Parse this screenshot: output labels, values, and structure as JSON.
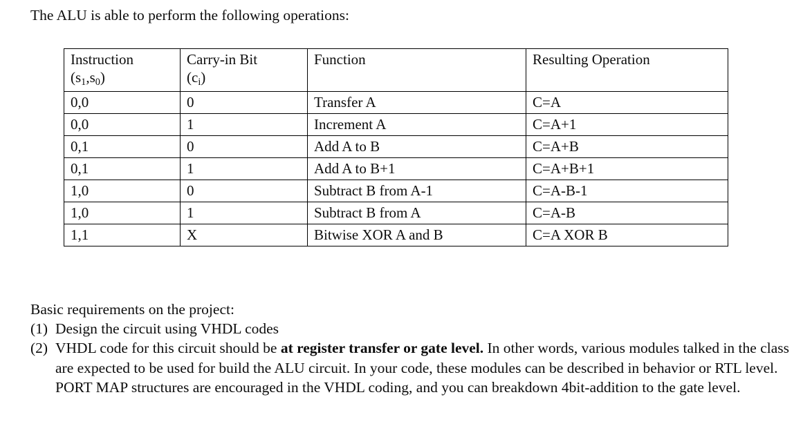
{
  "intro": {
    "text": "The ALU is able to perform the following operations:"
  },
  "table": {
    "headers": [
      {
        "line1": "Instruction",
        "line2_prefix": "(s",
        "line2_sub1": "1",
        "line2_mid": ",s",
        "line2_sub2": "0",
        "line2_suffix": ")"
      },
      {
        "line1": "Carry-in Bit",
        "line2_prefix": "(c",
        "line2_sub1": "i",
        "line2_mid": "",
        "line2_sub2": "",
        "line2_suffix": ")"
      },
      {
        "line1": "Function",
        "line2_prefix": "",
        "line2_sub1": "",
        "line2_mid": "",
        "line2_sub2": "",
        "line2_suffix": ""
      },
      {
        "line1": "Resulting Operation",
        "line2_prefix": "",
        "line2_sub1": "",
        "line2_mid": "",
        "line2_sub2": "",
        "line2_suffix": ""
      }
    ],
    "rows": [
      {
        "instruction": "0,0",
        "carry": "0",
        "function": "Transfer A",
        "result": "C=A"
      },
      {
        "instruction": "0,0",
        "carry": "1",
        "function": "Increment A",
        "result": "C=A+1"
      },
      {
        "instruction": "0,1",
        "carry": "0",
        "function": "Add A to B",
        "result": "C=A+B"
      },
      {
        "instruction": "0,1",
        "carry": "1",
        "function": "Add A to B+1",
        "result": "C=A+B+1"
      },
      {
        "instruction": "1,0",
        "carry": "0",
        "function": "Subtract B from A-1",
        "result": "C=A-B-1"
      },
      {
        "instruction": "1,0",
        "carry": "1",
        "function": "Subtract B from A",
        "result": "C=A-B"
      },
      {
        "instruction": "1,1",
        "carry": "X",
        "function": "Bitwise XOR A and B",
        "result": "C=A XOR B"
      }
    ]
  },
  "requirements": {
    "heading": "Basic requirements on the project:",
    "items": [
      {
        "marker": "(1)",
        "text_before_bold": "Design the circuit using VHDL codes",
        "bold": "",
        "text_after_bold": ""
      },
      {
        "marker": "(2)",
        "text_before_bold": "VHDL code for this circuit should be ",
        "bold": "at register transfer or gate level.",
        "text_after_bold": "  In other words, various modules talked in the class are expected to be used for build the ALU circuit.   In your code, these modules can be described in behavior or RTL level.  PORT MAP structures are encouraged in the VHDL coding, and you can breakdown 4bit-addition to the gate level."
      }
    ]
  }
}
